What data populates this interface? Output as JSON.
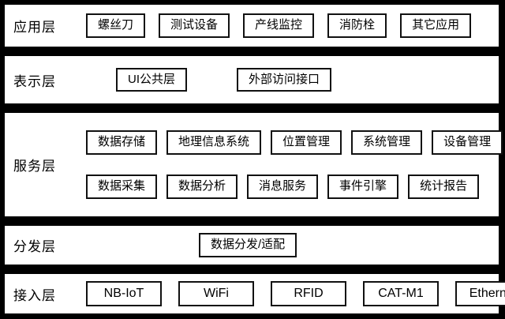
{
  "colors": {
    "background": "#000000",
    "band": "#ffffff",
    "border": "#000000",
    "text": "#000000"
  },
  "layers": [
    {
      "label": "应用层",
      "rows": [
        [
          "螺丝刀",
          "测试设备",
          "产线监控",
          "消防栓",
          "其它应用"
        ]
      ]
    },
    {
      "label": "表示层",
      "rows": [
        [
          "UI公共层",
          "外部访问接口"
        ]
      ]
    },
    {
      "label": "服务层",
      "rows": [
        [
          "数据存储",
          "地理信息系统",
          "位置管理",
          "系统管理",
          "设备管理"
        ],
        [
          "数据采集",
          "数据分析",
          "消息服务",
          "事件引擎",
          "统计报告"
        ]
      ]
    },
    {
      "label": "分发层",
      "rows": [
        [
          "数据分发/适配"
        ]
      ]
    },
    {
      "label": "接入层",
      "rows": [
        [
          "NB-IoT",
          "WiFi",
          "RFID",
          "CAT-M1",
          "Ethernet"
        ]
      ]
    }
  ]
}
